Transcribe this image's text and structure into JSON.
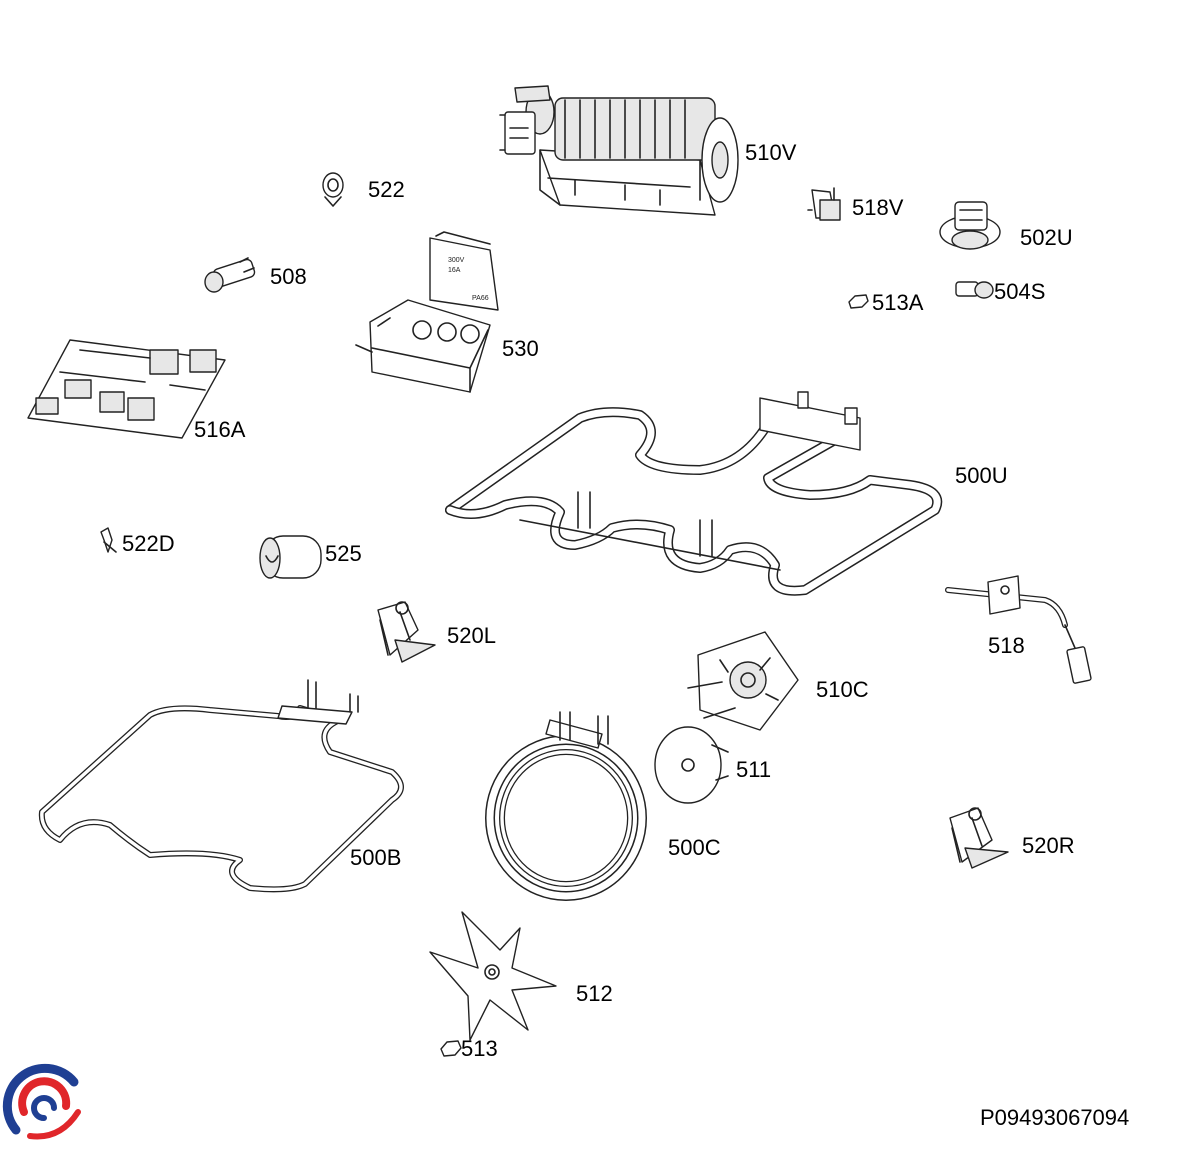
{
  "parts": [
    {
      "id": "p510V",
      "label": "510V",
      "name": "tangential-fan"
    },
    {
      "id": "p522",
      "label": "522",
      "name": "clip"
    },
    {
      "id": "p518V",
      "label": "518V",
      "name": "thermostat-bracket"
    },
    {
      "id": "p502U",
      "label": "502U",
      "name": "oven-lamp"
    },
    {
      "id": "p508",
      "label": "508",
      "name": "indicator-light"
    },
    {
      "id": "p513A",
      "label": "513A",
      "name": "nut"
    },
    {
      "id": "p504S",
      "label": "504S",
      "name": "lamp-bulb"
    },
    {
      "id": "p530",
      "label": "530",
      "name": "terminal-block"
    },
    {
      "id": "p516A",
      "label": "516A",
      "name": "control-board"
    },
    {
      "id": "p500U",
      "label": "500U",
      "name": "upper-heating-element"
    },
    {
      "id": "p522D",
      "label": "522D",
      "name": "screw"
    },
    {
      "id": "p525",
      "label": "525",
      "name": "capacitor"
    },
    {
      "id": "p518",
      "label": "518",
      "name": "temperature-sensor"
    },
    {
      "id": "p520L",
      "label": "520L",
      "name": "left-hinge"
    },
    {
      "id": "p510C",
      "label": "510C",
      "name": "fan-motor"
    },
    {
      "id": "p511",
      "label": "511",
      "name": "motor-flange"
    },
    {
      "id": "p500B",
      "label": "500B",
      "name": "bottom-heating-element"
    },
    {
      "id": "p500C",
      "label": "500C",
      "name": "circular-heating-element"
    },
    {
      "id": "p520R",
      "label": "520R",
      "name": "right-hinge"
    },
    {
      "id": "p512",
      "label": "512",
      "name": "fan-blade"
    },
    {
      "id": "p513",
      "label": "513",
      "name": "fan-nut"
    }
  ],
  "document_code": "P09493067094",
  "logo": {
    "colors": {
      "blue": "#1f3f93",
      "red": "#e0262a"
    }
  },
  "terminal_block_print": {
    "line1": "300V",
    "line2": "16A",
    "mark": "PA66"
  }
}
